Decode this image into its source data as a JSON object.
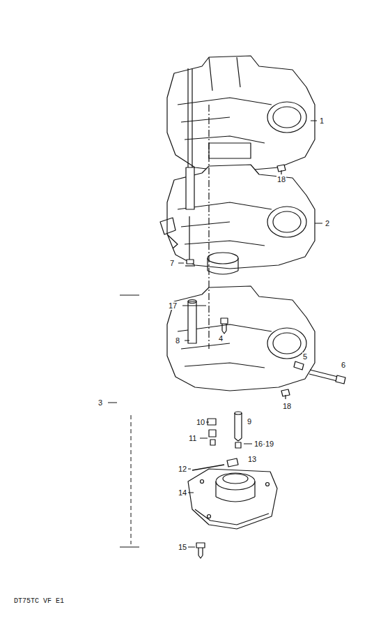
{
  "diagram": {
    "caption": "DT75TC VF E1",
    "labels": [
      "1",
      "18",
      "2",
      "7",
      "17",
      "4",
      "8",
      "5",
      "6",
      "18",
      "3",
      "10",
      "9",
      "11",
      "16·19",
      "12",
      "13",
      "14",
      "15"
    ]
  }
}
